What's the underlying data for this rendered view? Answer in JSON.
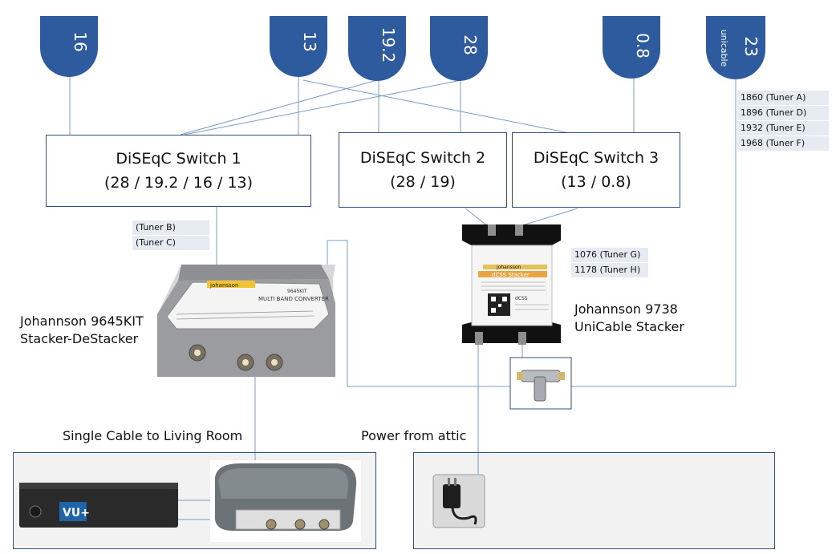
{
  "satellites": [
    {
      "id": "sat-16",
      "label": "16"
    },
    {
      "id": "sat-13",
      "label": "13"
    },
    {
      "id": "sat-19-2",
      "label": "19.2"
    },
    {
      "id": "sat-28",
      "label": "28"
    },
    {
      "id": "sat-0-8",
      "label": "0.8"
    },
    {
      "id": "sat-23",
      "label": "23",
      "sub": "unicable"
    }
  ],
  "switches": [
    {
      "line1": "DiSEqC Switch 1",
      "line2": "(28 / 19.2 / 16 / 13)"
    },
    {
      "line1": "DiSEqC Switch 2",
      "line2": "(28 / 19)"
    },
    {
      "line1": "DiSEqC Switch 3",
      "line2": "(13 / 0.8)"
    }
  ],
  "unicable_tuners": [
    "1860 (Tuner A)",
    "1896 (Tuner D)",
    "1932 (Tuner E)",
    "1968 (Tuner F)"
  ],
  "destacker_tuners": [
    "(Tuner B)",
    "(Tuner C)"
  ],
  "stacker_tuners": [
    "1076 (Tuner G)",
    "1178 (Tuner H)"
  ],
  "devices": {
    "destacker": {
      "line1": "Johannson 9645KIT",
      "line2": "Stacker-DeStacker",
      "brand": "johansson",
      "model": "9645KIT",
      "title": "MULTI BAND CONVERTER"
    },
    "stacker": {
      "line1": "Johannson 9738",
      "line2": "UniCable Stacker",
      "brand": "johansson",
      "title": "dCSS Stacker",
      "badge": "dCSS"
    },
    "receiver_logo": "VU+"
  },
  "captions": {
    "living_room": "Single Cable to Living Room",
    "power": "Power from attic"
  },
  "colors": {
    "dish": "#2e5a9e",
    "wire": "#7a9cc6",
    "border": "#2f4e78",
    "tag_bg": "#e6ebf2"
  }
}
